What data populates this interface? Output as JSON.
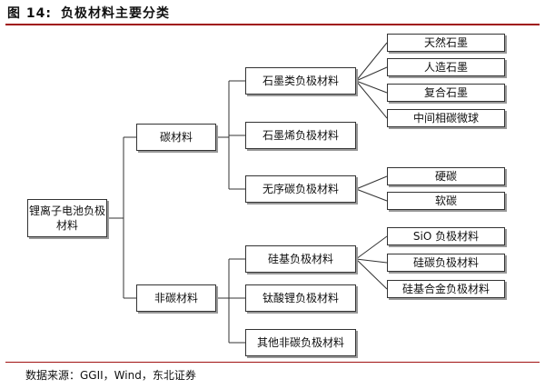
{
  "header": {
    "figure_number": "图 14:",
    "title": "负极材料主要分类"
  },
  "diagram": {
    "root": "锂离子电池负极材料",
    "level1": [
      "碳材料",
      "非碳材料"
    ],
    "level2": {
      "carbon": [
        "石墨类负极材料",
        "石墨烯负极材料",
        "无序碳负极材料"
      ],
      "non_carbon": [
        "硅基负极材料",
        "钛酸锂负极材料",
        "其他非碳负极材料"
      ]
    },
    "level3": {
      "graphite": [
        "天然石墨",
        "人造石墨",
        "复合石墨",
        "中间相碳微球"
      ],
      "disordered_carbon": [
        "硬碳",
        "软碳"
      ],
      "silicon": [
        "SiO 负极材料",
        "硅碳负极材料",
        "硅基合金负极材料"
      ]
    }
  },
  "footer": {
    "source": "数据来源：GGII，Wind，东北证券"
  }
}
